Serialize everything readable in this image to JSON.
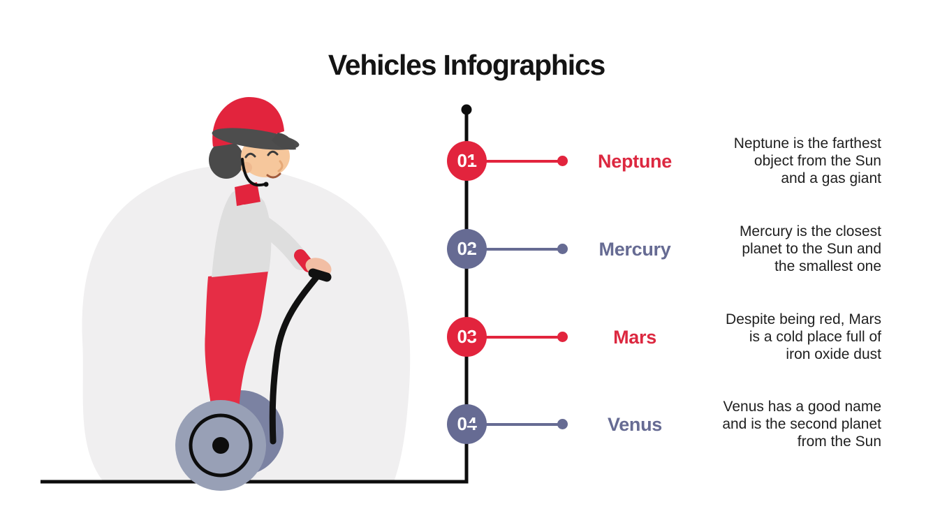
{
  "title": "Vehicles Infographics",
  "colors": {
    "accent_red": "#E2243D",
    "accent_slate": "#666B93",
    "line_black": "#0D0D0D",
    "body_text": "#1F1F1F",
    "blob_gray": "#F0EFF0",
    "wheel_light": "#98A0B6",
    "wheel_dark": "#7B82A2",
    "shirt_gray": "#DEDEDE",
    "skin": "#F6C79C"
  },
  "illustration": {
    "name": "person-riding-segway-with-helmet"
  },
  "timeline": {
    "items": [
      {
        "number": "01",
        "label": "Neptune",
        "color": "#E2243D",
        "description": "Neptune is the farthest\nobject from the Sun\nand a gas giant"
      },
      {
        "number": "02",
        "label": "Mercury",
        "color": "#666B93",
        "description": "Mercury is the closest\nplanet to the Sun and\nthe smallest one"
      },
      {
        "number": "03",
        "label": "Mars",
        "color": "#E2243D",
        "description": "Despite being red, Mars\nis a cold place full of\niron oxide dust"
      },
      {
        "number": "04",
        "label": "Venus",
        "color": "#666B93",
        "description": "Venus has a good name\nand is the second planet\nfrom the Sun"
      }
    ]
  }
}
